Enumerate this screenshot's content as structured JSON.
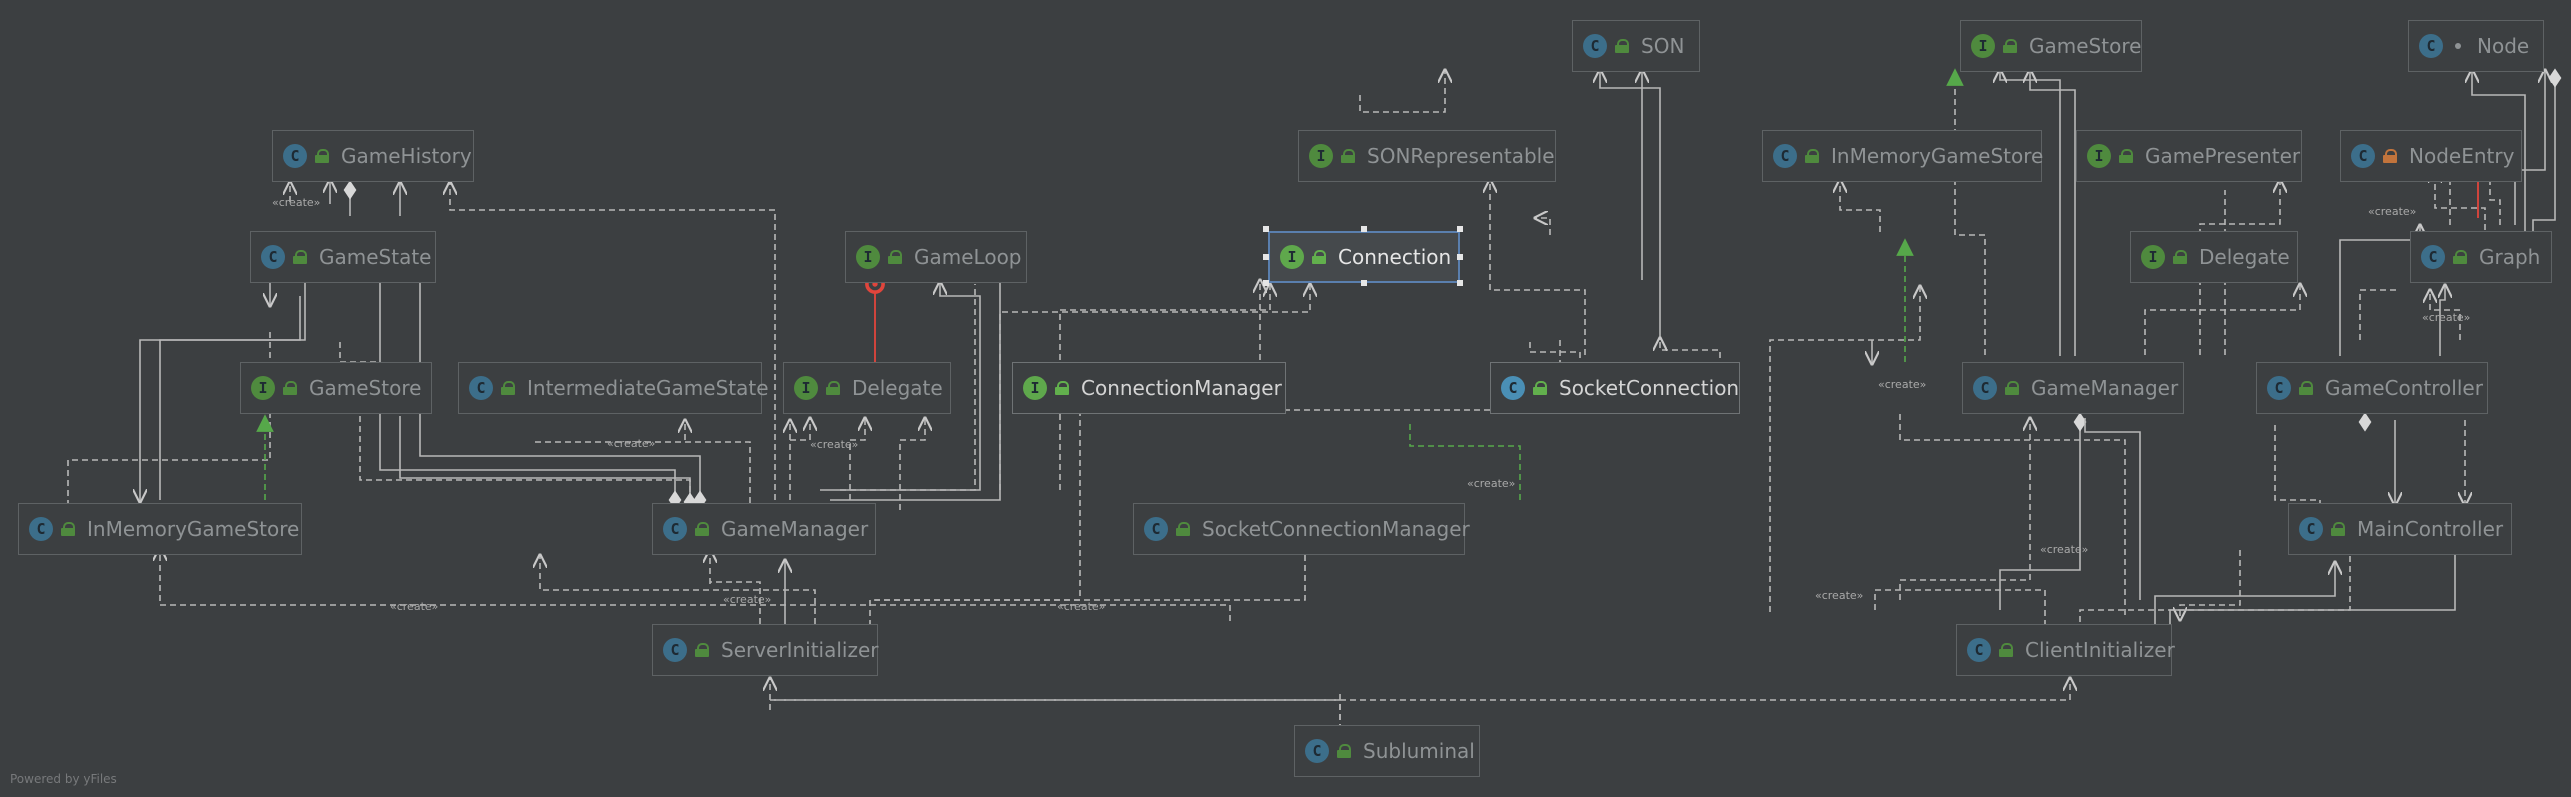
{
  "nodes": [
    {
      "id": "GameHistory",
      "label": "GameHistory",
      "kind": "C"
    },
    {
      "id": "GameState",
      "label": "GameState",
      "kind": "C"
    },
    {
      "id": "GameStoreL",
      "label": "GameStore",
      "kind": "I"
    },
    {
      "id": "IntermediateGameState",
      "label": "IntermediateGameState",
      "kind": "C"
    },
    {
      "id": "GameLoop",
      "label": "GameLoop",
      "kind": "I"
    },
    {
      "id": "DelegateL",
      "label": "Delegate",
      "kind": "I"
    },
    {
      "id": "InMemoryGameStoreL",
      "label": "InMemoryGameStore",
      "kind": "C"
    },
    {
      "id": "GameManagerL",
      "label": "GameManager",
      "kind": "C"
    },
    {
      "id": "ServerInitializer",
      "label": "ServerInitializer",
      "kind": "C"
    },
    {
      "id": "SON",
      "label": "SON",
      "kind": "C"
    },
    {
      "id": "SONRepresentable",
      "label": "SONRepresentable",
      "kind": "I"
    },
    {
      "id": "Connection",
      "label": "Connection",
      "kind": "I"
    },
    {
      "id": "ConnectionManager",
      "label": "ConnectionManager",
      "kind": "I"
    },
    {
      "id": "SocketConnection",
      "label": "SocketConnection",
      "kind": "C"
    },
    {
      "id": "SocketConnectionManager",
      "label": "SocketConnectionManager",
      "kind": "C"
    },
    {
      "id": "Subluminal",
      "label": "Subluminal",
      "kind": "C"
    },
    {
      "id": "GameStoreR",
      "label": "GameStore",
      "kind": "I"
    },
    {
      "id": "InMemoryGameStoreR",
      "label": "InMemoryGameStore",
      "kind": "C"
    },
    {
      "id": "GamePresenter",
      "label": "GamePresenter",
      "kind": "I"
    },
    {
      "id": "DelegateR",
      "label": "Delegate",
      "kind": "I"
    },
    {
      "id": "GameManagerR",
      "label": "GameManager",
      "kind": "C"
    },
    {
      "id": "ClientInitializer",
      "label": "ClientInitializer",
      "kind": "C"
    },
    {
      "id": "Node",
      "label": "Node",
      "kind": "C"
    },
    {
      "id": "NodeEntry",
      "label": "NodeEntry",
      "kind": "C"
    },
    {
      "id": "Graph",
      "label": "Graph",
      "kind": "C"
    },
    {
      "id": "GameController",
      "label": "GameController",
      "kind": "C"
    },
    {
      "id": "MainController",
      "label": "MainController",
      "kind": "C"
    }
  ],
  "create_label": "«create»",
  "footer": "Powered by yFiles"
}
